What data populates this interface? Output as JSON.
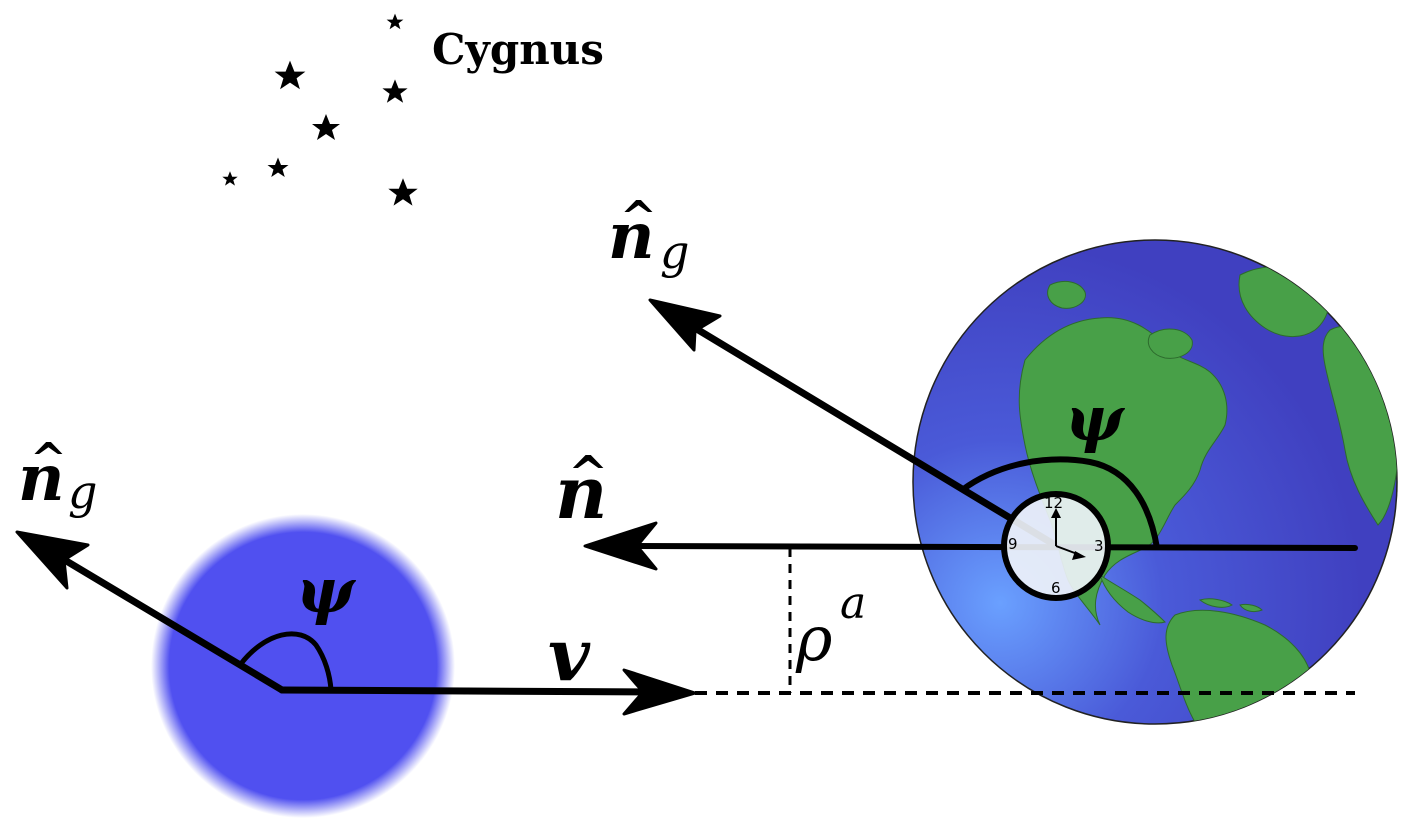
{
  "constellation": {
    "name": "Cygnus"
  },
  "labels": {
    "n_g_left": {
      "base": "n",
      "sub": "g"
    },
    "n_g_right": {
      "base": "n",
      "sub": "g"
    },
    "n_hat": "n",
    "velocity": "v",
    "psi_left": "ψ",
    "psi_right": "ψ",
    "rho": {
      "base": "ρ",
      "sup": "a"
    }
  },
  "clock": {
    "twelve": "12",
    "three": "3",
    "six": "6",
    "nine": "9"
  },
  "colors": {
    "source_blob": "#5050f0",
    "ocean": "#4a4ac8",
    "land": "#48a048",
    "lines": "#000000"
  }
}
